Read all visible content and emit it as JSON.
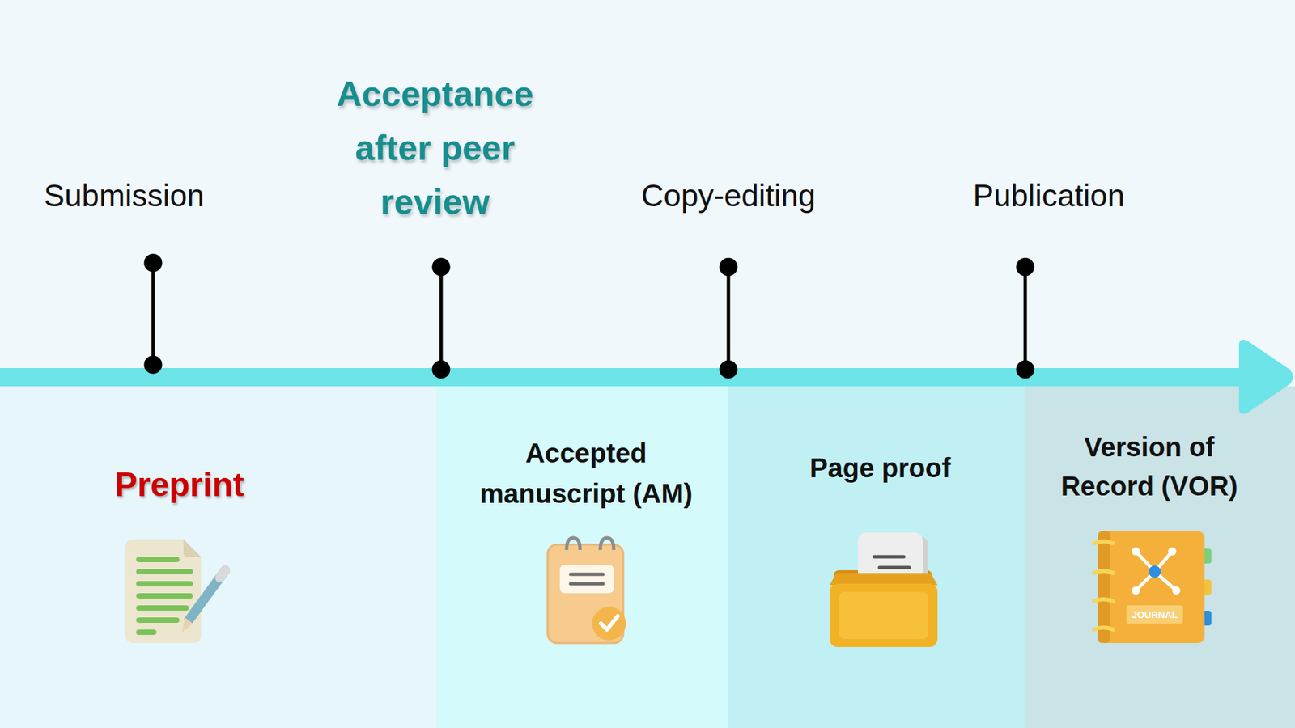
{
  "diagram": {
    "nodes": [
      {
        "text": [
          "Preprint"
        ]
      },
      {
        "text": [
          "Accepted manuscript (AM)"
        ]
      },
      {
        "text": [
          "Page proof"
        ]
      },
      {
        "text": [
          "Version of Record (VOR)"
        ]
      }
    ],
    "labels": [
      "Submission",
      "Acceptance after peer review",
      "Copy-editing",
      "Publication",
      "JOURNAL"
    ]
  }
}
